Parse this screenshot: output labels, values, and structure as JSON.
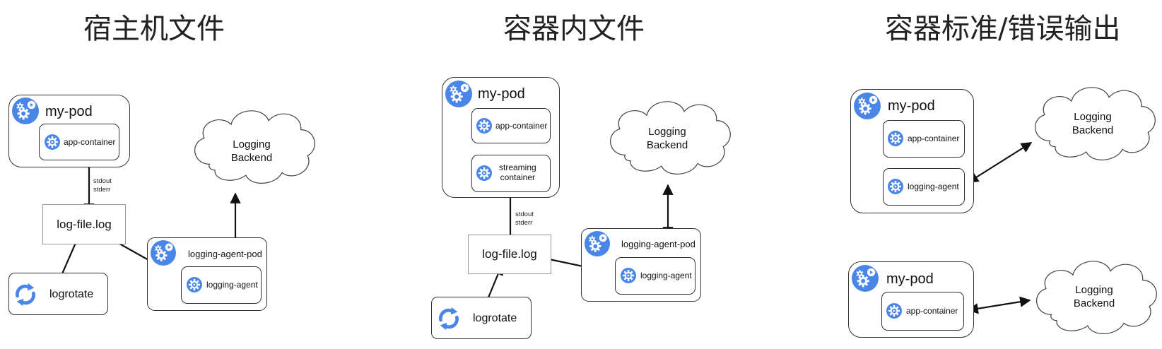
{
  "panels": [
    {
      "title": "宿主机文件",
      "pod_label": "my-pod",
      "container_label": "app-container",
      "stream_label": "stdout\nstderr",
      "file_label": "log-file.log",
      "logrotate_label": "logrotate",
      "agent_pod_label": "logging-agent-pod",
      "agent_label": "logging-agent",
      "backend_label": "Logging\nBackend"
    },
    {
      "title": "容器内文件",
      "pod_label": "my-pod",
      "container_label": "app-container",
      "streaming_label": "streaming\ncontainer",
      "stream_label": "stdout\nstderr",
      "file_label": "log-file.log",
      "logrotate_label": "logrotate",
      "agent_pod_label": "logging-agent-pod",
      "agent_label": "logging-agent",
      "backend_label": "Logging\nBackend"
    },
    {
      "title": "容器标准/错误输出",
      "pods": [
        {
          "pod_label": "my-pod",
          "container_label": "app-container",
          "agent_label": "logging-agent",
          "backend_label": "Logging\nBackend"
        },
        {
          "pod_label": "my-pod",
          "container_label": "app-container",
          "backend_label": "Logging\nBackend"
        }
      ]
    }
  ],
  "colors": {
    "icon": "#4a86e8",
    "line": "#111111"
  },
  "icons": [
    "kubernetes-pod-icon",
    "gear-icon",
    "refresh-icon"
  ]
}
